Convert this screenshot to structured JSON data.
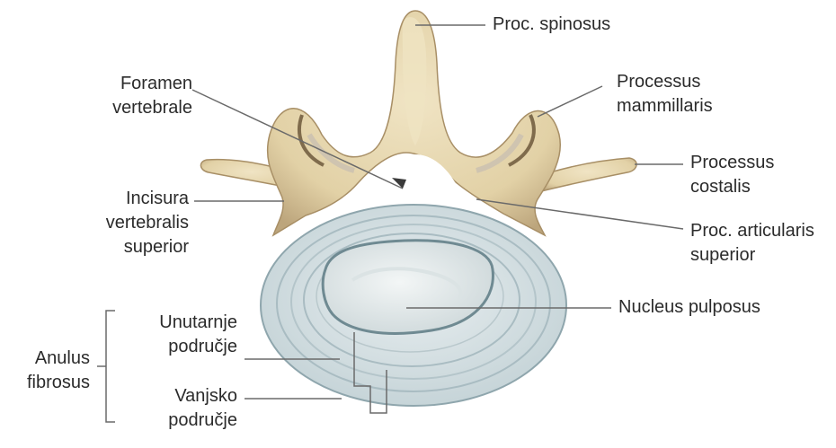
{
  "labels": {
    "proc_spinosus": "Proc. spinosus",
    "foramen": [
      "Foramen",
      "vertebrale"
    ],
    "processus_mammillaris": [
      "Processus",
      "mammillaris"
    ],
    "processus_costalis": [
      "Processus",
      "costalis"
    ],
    "incisura": [
      "Incisura",
      "vertebralis",
      "superior"
    ],
    "proc_articularis": [
      "Proc. articularis",
      "superior"
    ],
    "nucleus": "Nucleus pulposus",
    "unutarnje": [
      "Unutarnje",
      "područje"
    ],
    "vanjsko": [
      "Vanjsko",
      "područje"
    ],
    "anulus": [
      "Anulus",
      "fibrosus"
    ]
  },
  "colors": {
    "bone": "#e6d7b0",
    "bone_shadow": "#b8a27a",
    "disc_outer": "#cfdcdf",
    "disc_ring": "#9fb4bb",
    "nucleus": "#e9eeee",
    "leader": "#6a6a6a",
    "text": "#2b2b2b"
  },
  "icons": [
    "arrowhead-icon"
  ]
}
